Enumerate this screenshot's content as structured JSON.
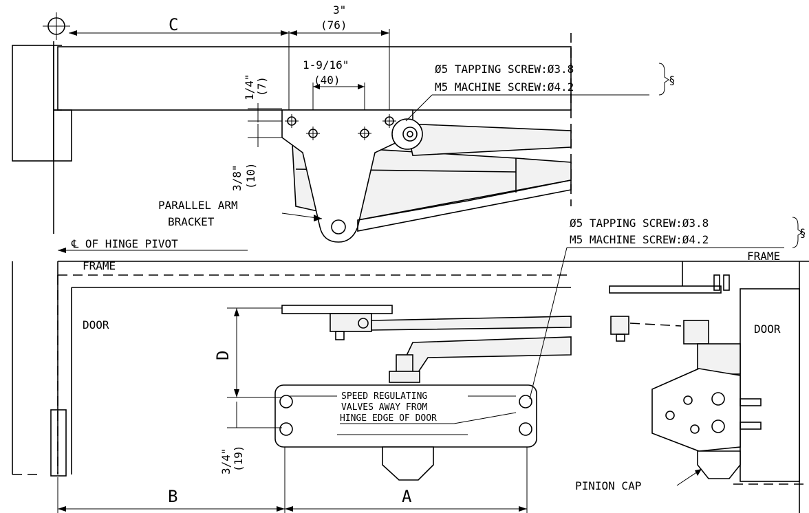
{
  "dimensions": {
    "A": "A",
    "B": "B",
    "C": "C",
    "D": "D",
    "top_span_in": "3\"",
    "top_span_mm": "(76)",
    "bracket_span_in": "1-9/16\"",
    "bracket_span_mm": "(40)",
    "offset_in": "1/4\"",
    "offset_mm": "(7)",
    "vertical_in": "3/8\"",
    "vertical_mm": "(10)",
    "body_offset_in": "3/4\"",
    "body_offset_mm": "(19)"
  },
  "labels": {
    "screw_tapping": "Ø5 TAPPING SCREW:Ø3.8",
    "screw_machine": "M5 MACHINE SCREW:Ø4.2",
    "parallel_arm_line1": "PARALLEL ARM",
    "parallel_arm_line2": "BRACKET",
    "hinge_pivot": "℄ OF HINGE PIVOT",
    "frame": "FRAME",
    "door": "DOOR",
    "speed_line1": "SPEED REGULATING",
    "speed_line2": "VALVES AWAY FROM",
    "speed_line3": "HINGE EDGE OF DOOR",
    "pinion_cap": "PINION CAP"
  }
}
